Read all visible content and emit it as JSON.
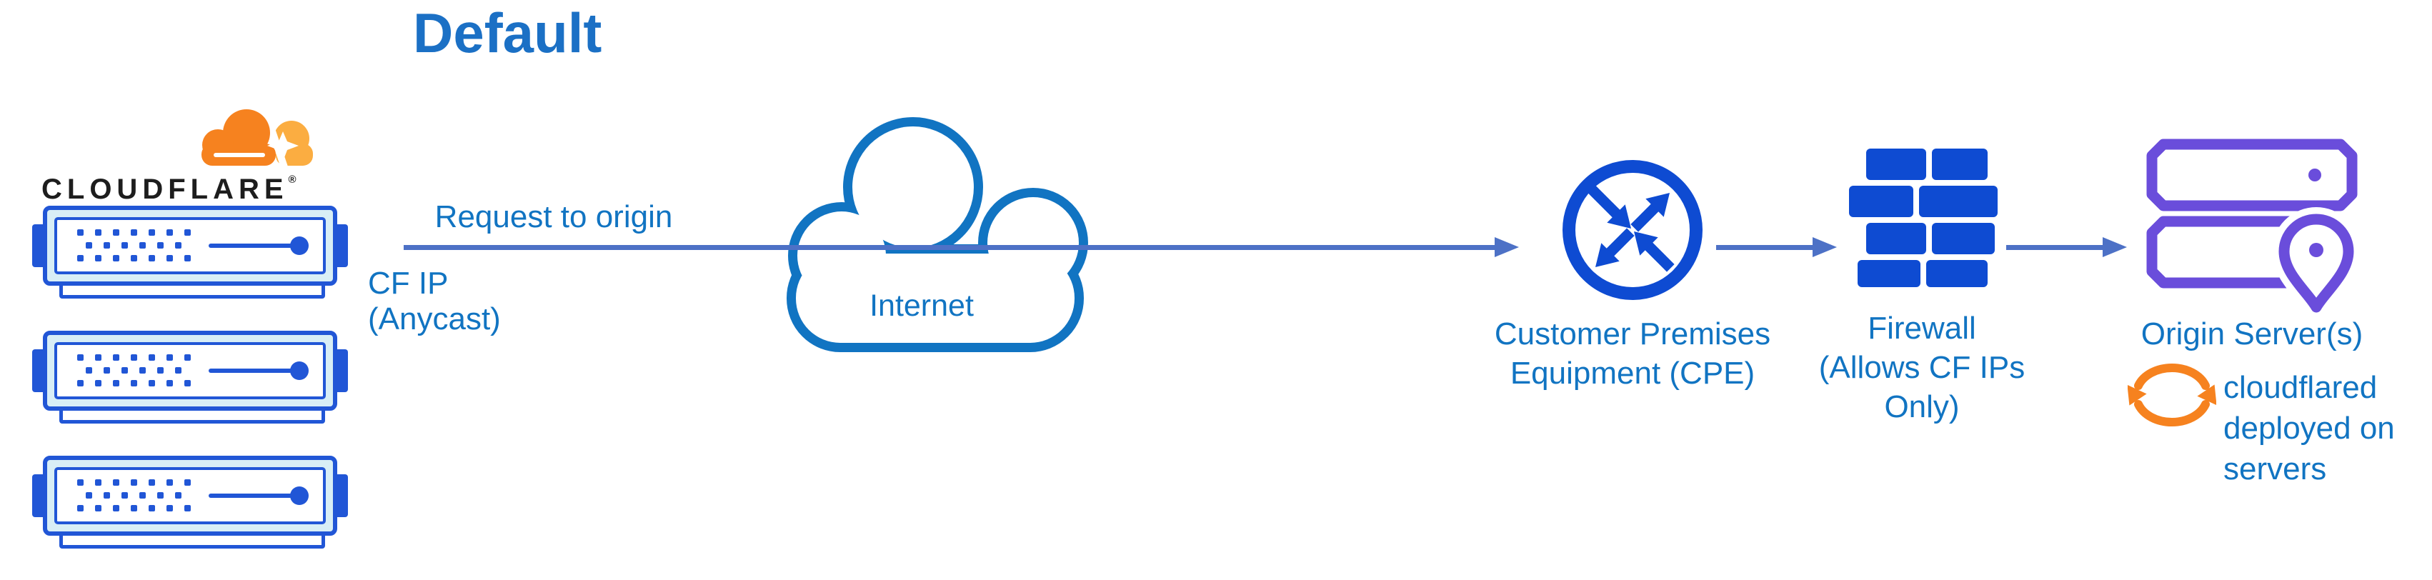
{
  "title": "Default",
  "logo": {
    "brand": "CLOUDFLARE",
    "reg_mark": "®"
  },
  "labels": {
    "request": "Request to origin",
    "cf_ip_line1": "CF IP",
    "cf_ip_line2": "(Anycast)",
    "internet": "Internet",
    "cpe_line1": "Customer Premises",
    "cpe_line2": "Equipment (CPE)",
    "firewall_line1": "Firewall",
    "firewall_line2": "(Allows CF IPs Only)",
    "origin": "Origin Server(s)",
    "cloudflared_line1": "cloudflared",
    "cloudflared_line2": "deployed on",
    "cloudflared_line3": "servers"
  },
  "colors": {
    "title_blue": "#1b70c5",
    "label_blue": "#1174c2",
    "arrow_blue": "#4d71c6",
    "icon_royal_blue": "#0e4bd2",
    "server_blue": "#2156d6",
    "server_fill": "#d8eef6",
    "origin_purple": "#6a4ddb",
    "brand_orange": "#f6821f",
    "brand_orange_light": "#fbad41",
    "wordmark_black": "#1d1d1d"
  }
}
